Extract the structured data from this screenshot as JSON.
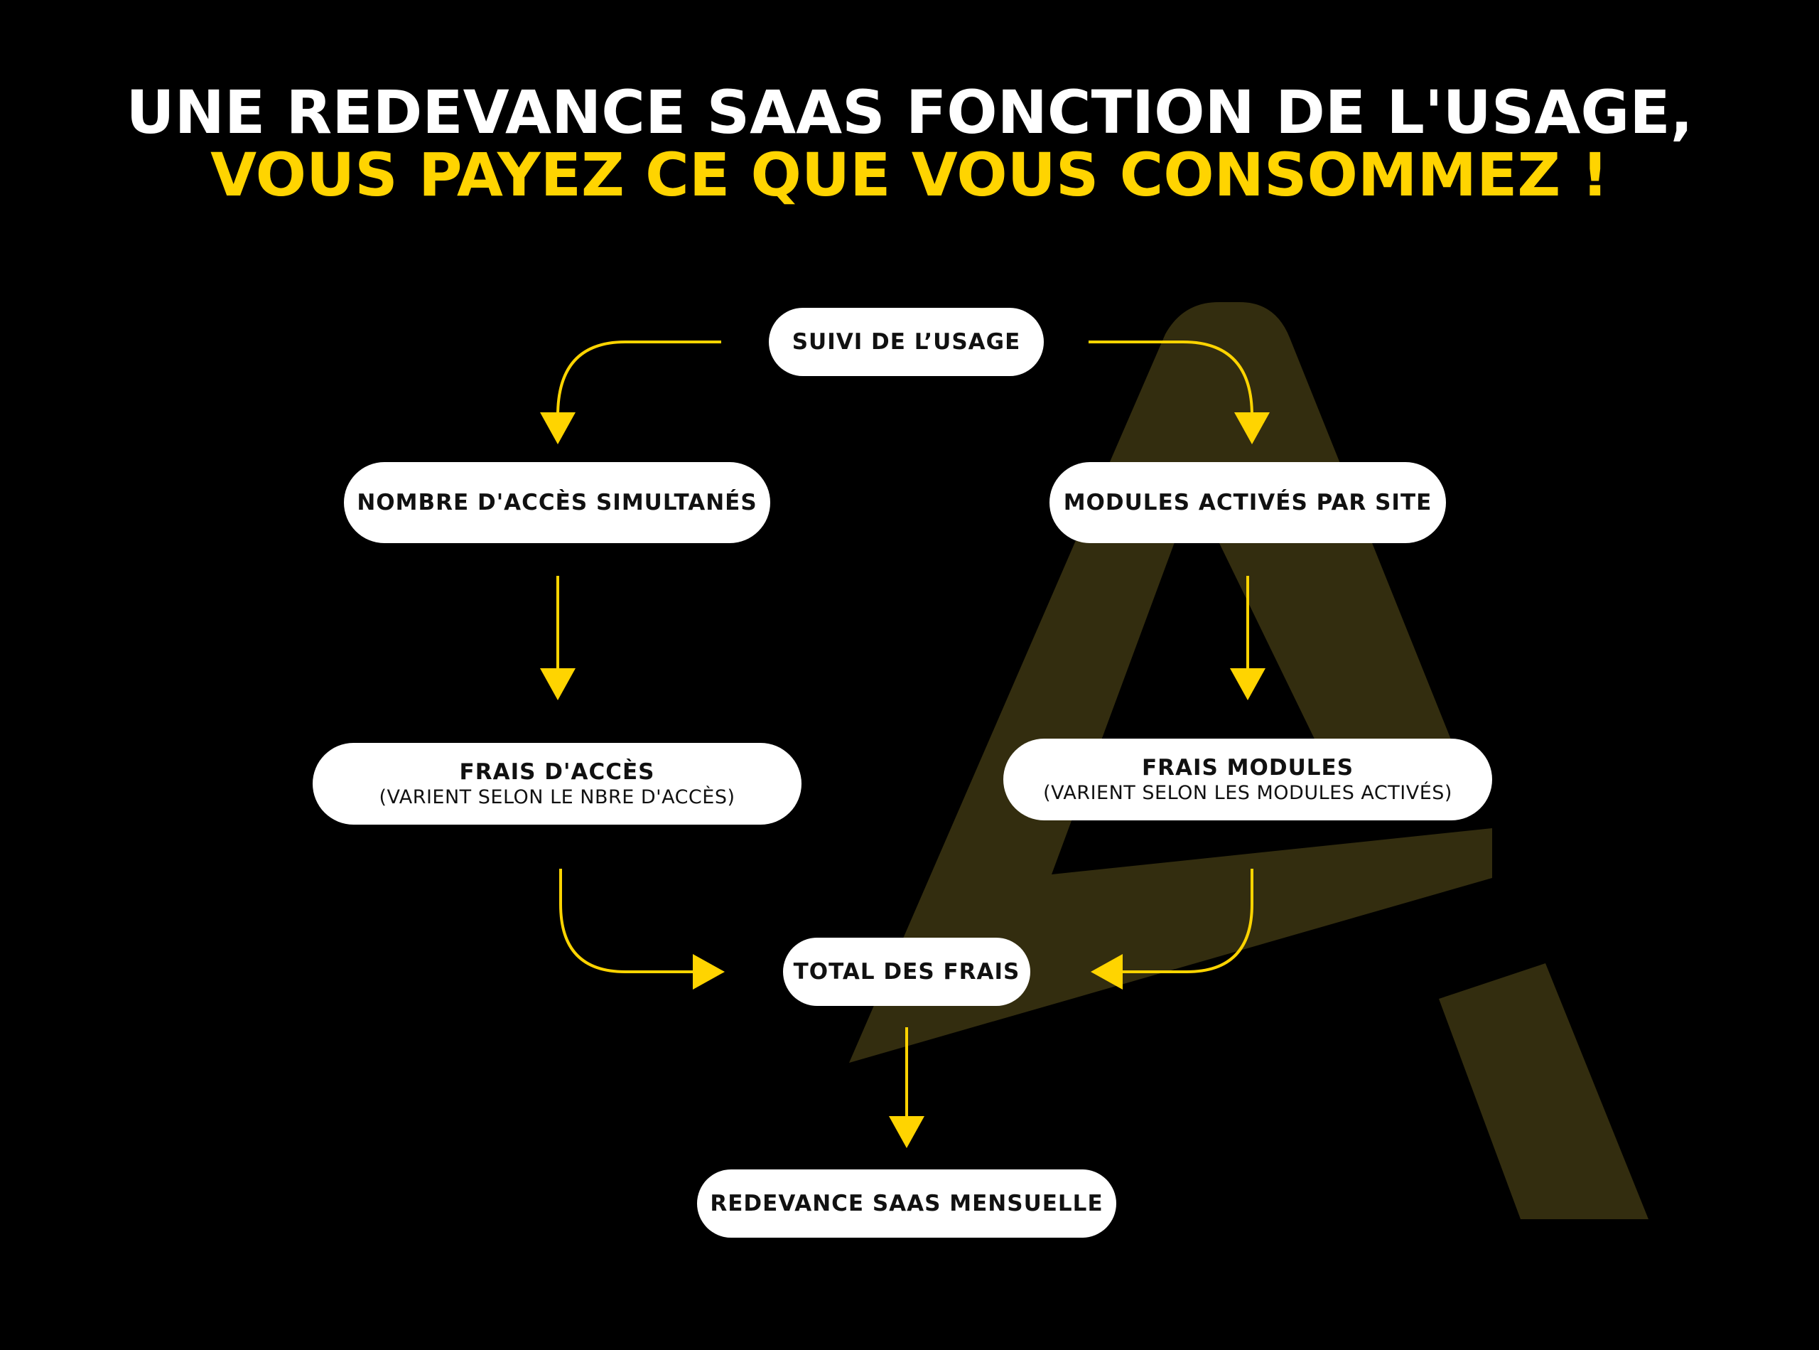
{
  "title": {
    "line1": "UNE REDEVANCE SAAS FONCTION DE L'USAGE,",
    "line2": "VOUS PAYEZ CE QUE VOUS CONSOMMEZ !"
  },
  "nodes": {
    "suivi": {
      "label": "SUIVI DE L’USAGE"
    },
    "acces": {
      "label": "NOMBRE D'ACCÈS SIMULTANÉS"
    },
    "modules": {
      "label": "MODULES ACTIVÉS PAR SITE"
    },
    "frais_acces": {
      "label": "FRAIS D'ACCÈS",
      "sub": "(VARIENT SELON LE NBRE D'ACCÈS)"
    },
    "frais_modules": {
      "label": "FRAIS MODULES",
      "sub": "(VARIENT SELON LES MODULES ACTIVÉS)"
    },
    "total": {
      "label": "TOTAL DES FRAIS"
    },
    "redevance": {
      "label": "REDEVANCE SAAS MENSUELLE"
    }
  },
  "colors": {
    "background": "#000000",
    "accent": "#ffd400",
    "watermark": "#3a3310",
    "node_bg": "#ffffff",
    "node_text": "#111111"
  },
  "watermark": {
    "icon": "letter-a-logo-icon"
  }
}
